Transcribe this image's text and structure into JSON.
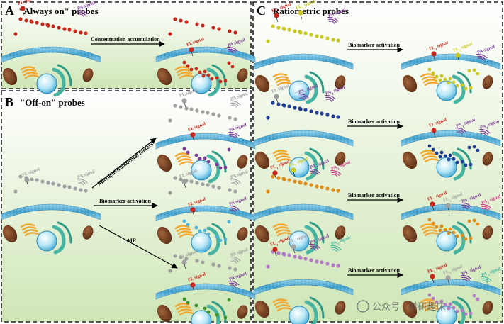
{
  "panels": {
    "A": {
      "letter": "A",
      "title": "\"Always on\" probes"
    },
    "B": {
      "letter": "B",
      "title": "\"Off-on\" probes"
    },
    "C": {
      "letter": "C",
      "title": "Ratiometric probes"
    }
  },
  "arrows": {
    "concentration": "Concentration accumulation",
    "microenvironmental": "Microenvironmental factors",
    "biomarker": "Biomarker activation",
    "aie": "AIE"
  },
  "signals": {
    "fl": "FL signal",
    "pa": "PA signal",
    "fl1": "FL",
    "fl2": "FL",
    "pa1": "PA",
    "pa2": "PA",
    "sub1": "1",
    "sub2": "2",
    "suffix": "signal"
  },
  "watermark": "公众号 · 科研趣床",
  "colors": {
    "bg_top": "#ffffff",
    "bg_bottom": "#cfe6b6",
    "membrane": "#5bb4d9",
    "red": "#c8281e",
    "purple": "#7d3c98",
    "yellow": "#c8c81e",
    "blue": "#1e3c96",
    "orange": "#e08c14",
    "pink": "#d23c8c",
    "violet": "#b478c8",
    "teal": "#46b4a0",
    "grey": "#a0a0a0",
    "cyan": "#50b4dc",
    "green": "#3c9628"
  }
}
